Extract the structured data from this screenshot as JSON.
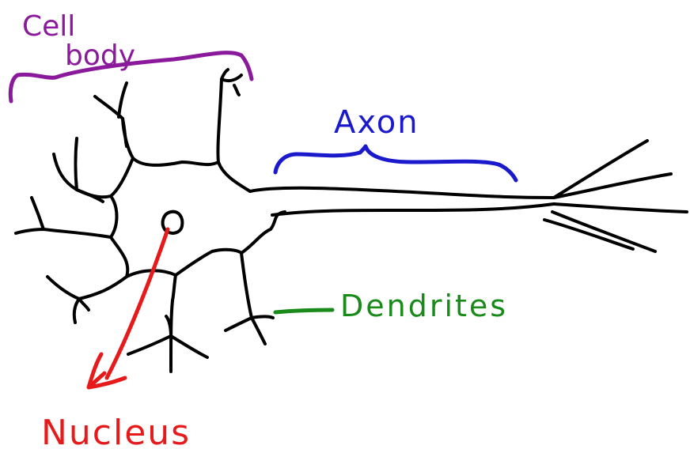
{
  "labels": {
    "cell_body_line1": "Cell",
    "cell_body_line2": "body",
    "axon": "Axon",
    "dendrites": "Dendrites",
    "nucleus": "Nucleus"
  },
  "colors": {
    "neuron": "#000000",
    "cell_body": "#8a1a9b",
    "axon": "#1a1acc",
    "dendrites": "#1a8a1a",
    "nucleus": "#e61a1a"
  }
}
